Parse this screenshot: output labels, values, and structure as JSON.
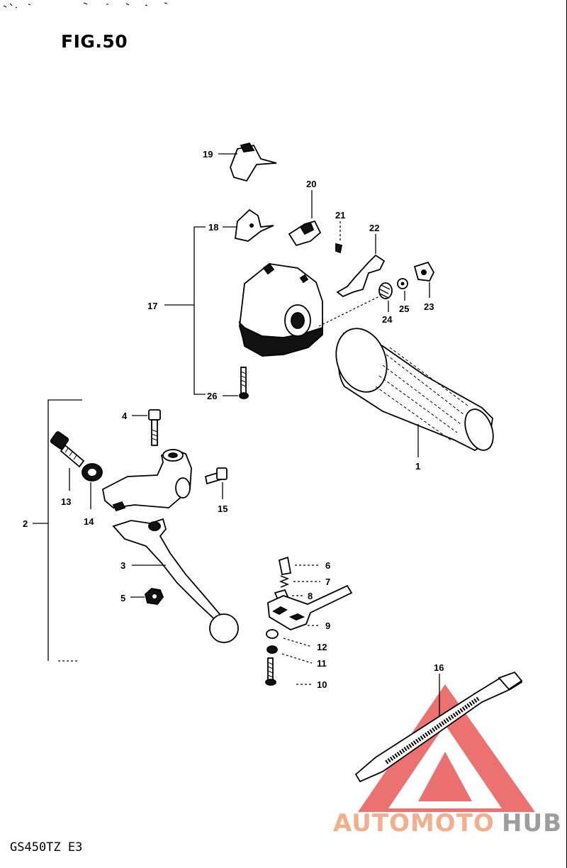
{
  "figure": {
    "title": "FIG.50",
    "model_code": "GS450TZ E3"
  },
  "parts": {
    "p1": "1",
    "p2": "2",
    "p3": "3",
    "p4": "4",
    "p5": "5",
    "p6": "6",
    "p7": "7",
    "p8": "8",
    "p9": "9",
    "p10": "10",
    "p11": "11",
    "p12": "12",
    "p13": "13",
    "p14": "14",
    "p15": "15",
    "p16": "16",
    "p17": "17",
    "p18": "18",
    "p19": "19",
    "p20": "20",
    "p21": "21",
    "p22": "22",
    "p23": "23",
    "p24": "24",
    "p25": "25",
    "p26": "26"
  },
  "watermark": {
    "brand_part1": "AUTOMOTO",
    "brand_part2": "HUB",
    "color_primary": "#f2a27a",
    "color_secondary": "#8c8c8c",
    "triangle_color": "#e53b3b"
  }
}
